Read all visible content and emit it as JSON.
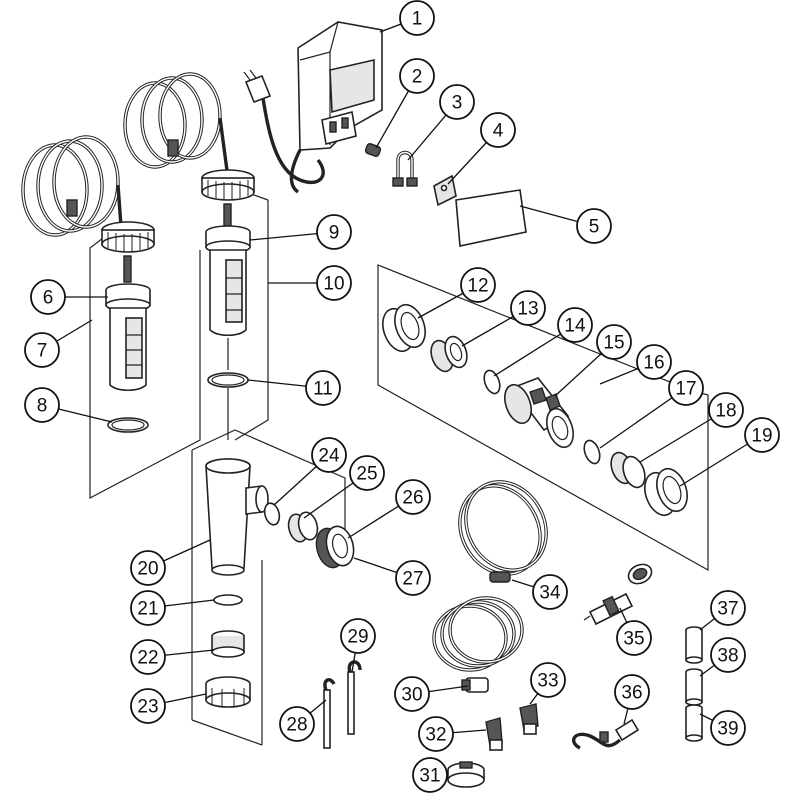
{
  "callouts": [
    {
      "label": "1"
    },
    {
      "label": "2"
    },
    {
      "label": "3"
    },
    {
      "label": "4"
    },
    {
      "label": "5"
    },
    {
      "label": "6"
    },
    {
      "label": "7"
    },
    {
      "label": "8"
    },
    {
      "label": "9"
    },
    {
      "label": "10"
    },
    {
      "label": "11"
    },
    {
      "label": "12"
    },
    {
      "label": "13"
    },
    {
      "label": "14"
    },
    {
      "label": "15"
    },
    {
      "label": "16"
    },
    {
      "label": "17"
    },
    {
      "label": "18"
    },
    {
      "label": "19"
    },
    {
      "label": "20"
    },
    {
      "label": "21"
    },
    {
      "label": "22"
    },
    {
      "label": "23"
    },
    {
      "label": "24"
    },
    {
      "label": "25"
    },
    {
      "label": "26"
    },
    {
      "label": "27"
    },
    {
      "label": "28"
    },
    {
      "label": "29"
    },
    {
      "label": "30"
    },
    {
      "label": "31"
    },
    {
      "label": "32"
    },
    {
      "label": "33"
    },
    {
      "label": "34"
    },
    {
      "label": "35"
    },
    {
      "label": "36"
    },
    {
      "label": "37"
    },
    {
      "label": "38"
    },
    {
      "label": "39"
    }
  ],
  "colors": {
    "line": "#222222",
    "background": "#ffffff",
    "fill_light": "#e6e6e6",
    "fill_dark": "#555555"
  }
}
